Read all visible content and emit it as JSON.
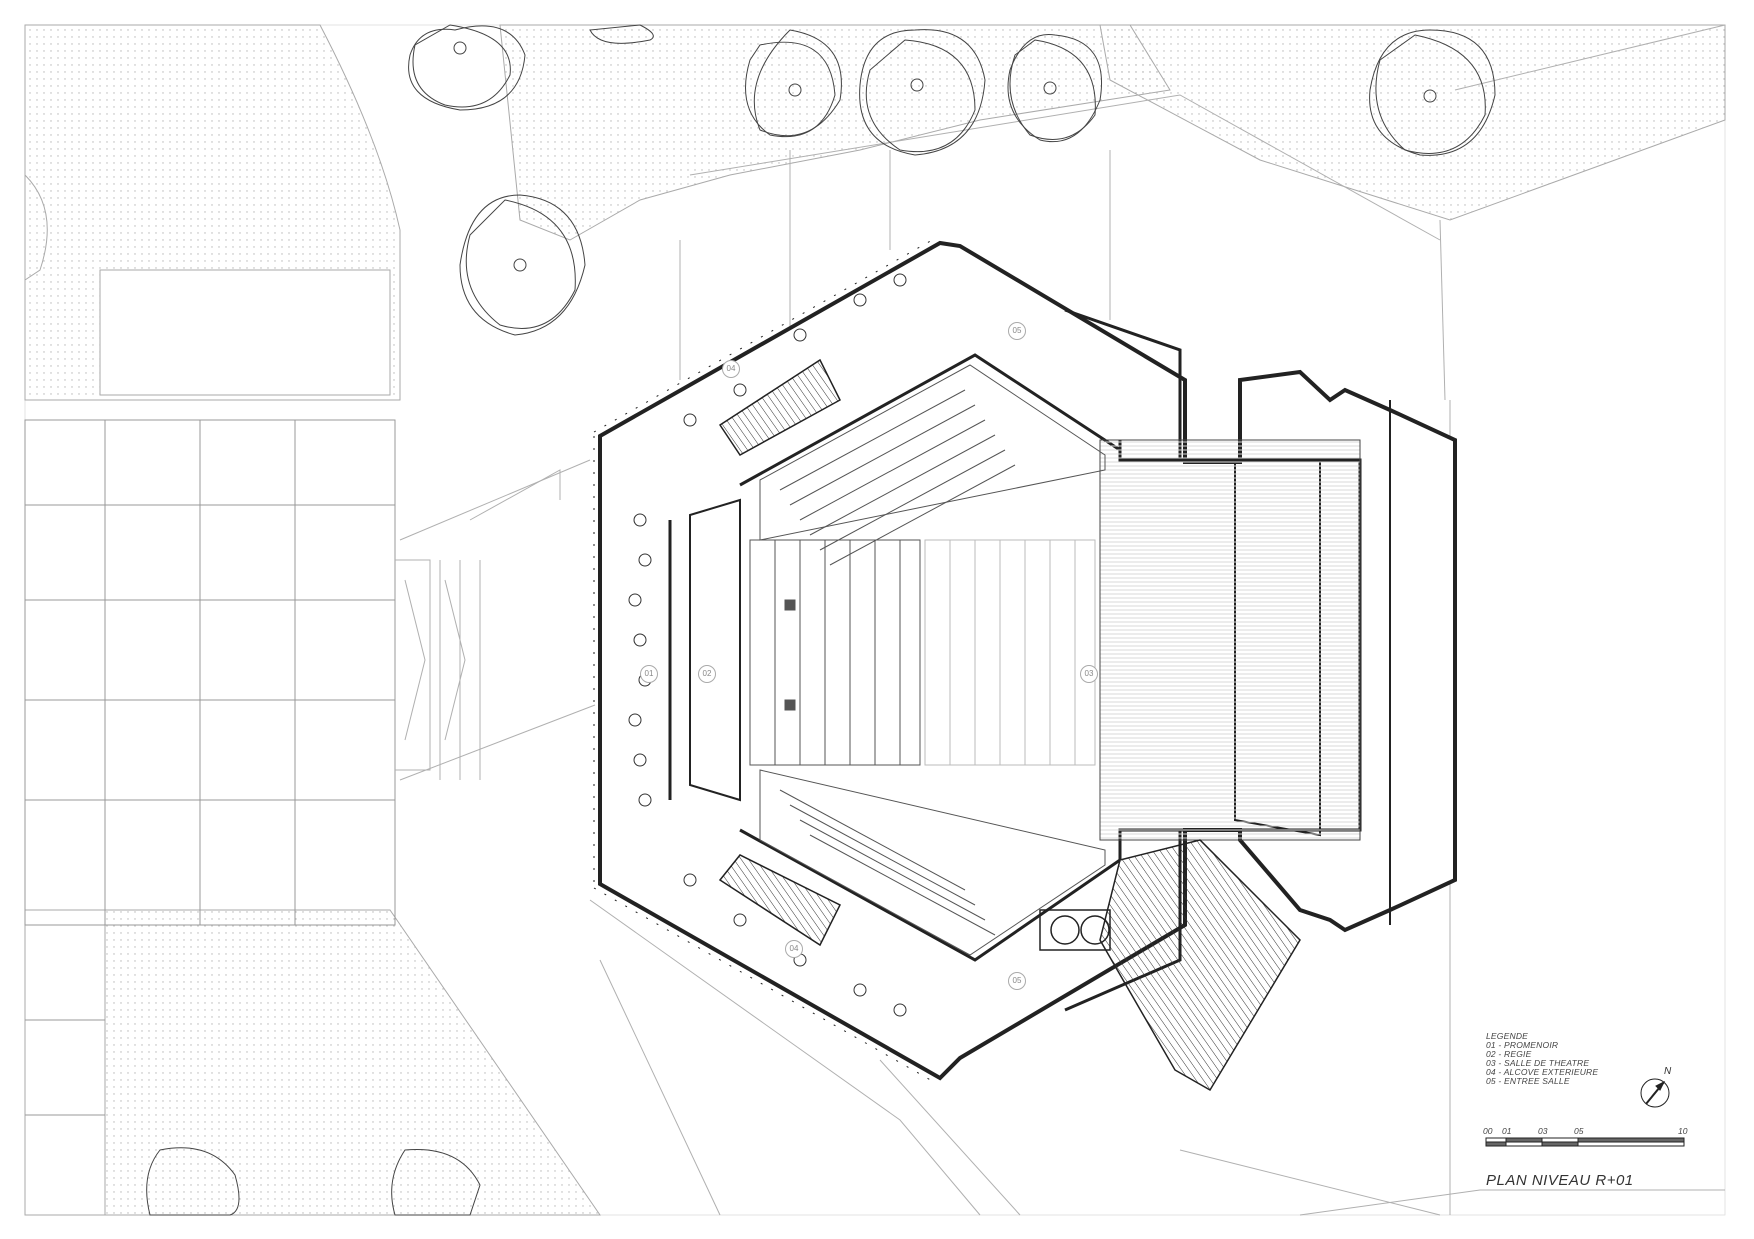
{
  "title": "PLAN NIVEAU R+01",
  "legend": {
    "heading": "LEGENDE",
    "items": [
      "01 - PROMENOIR",
      "02 - REGIE",
      "03 - SALLE DE THEATRE",
      "04 - ALCOVE EXTERIEURE",
      "05 - ENTREE SALLE"
    ]
  },
  "scale": {
    "ticks": [
      "00",
      "01",
      "03",
      "05",
      "10"
    ]
  },
  "north_label": "N",
  "room_tags": [
    "01",
    "02",
    "03",
    "04",
    "04",
    "05",
    "05"
  ],
  "colors": {
    "line": "#222222",
    "thin": "#9a9a9a",
    "hatch": "#c8c8c8",
    "paper": "#ffffff"
  }
}
